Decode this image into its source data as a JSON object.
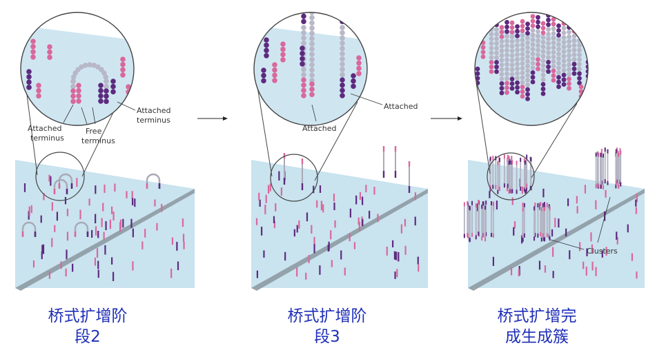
{
  "panels": [
    {
      "id": "stage2",
      "labels": {
        "attached_left": [
          "Attached",
          "terminus"
        ],
        "free": [
          "Free",
          "terminus"
        ],
        "attached_right": [
          "Attached",
          "terminus"
        ]
      },
      "caption": [
        "桥式扩增阶",
        "段2"
      ]
    },
    {
      "id": "stage3",
      "labels": {
        "attached_a": "Attached",
        "attached_b": "Attached"
      },
      "caption": [
        "桥式扩增阶",
        "段3"
      ]
    },
    {
      "id": "complete",
      "labels": {
        "clusters": "Clusters"
      },
      "caption": [
        "桥式扩增完",
        "成生成簇"
      ]
    }
  ],
  "colors": {
    "pink": "#d9689c",
    "purple": "#5d2a7e",
    "grey": "#b8b8c8",
    "surface": "#c9e3ef",
    "surface_edge": "#8d9aa3",
    "caption": "#1f2fb8"
  }
}
